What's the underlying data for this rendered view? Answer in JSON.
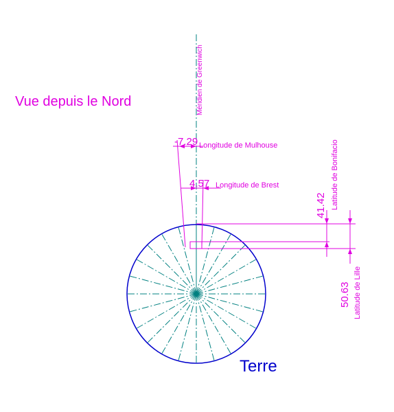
{
  "title": "Vue depuis le Nord",
  "earth_label": "Terre",
  "meridian_label": "Méridien de Greenwich",
  "dimensions": {
    "mulhouse": {
      "value": "-7.29",
      "label": "Longitude de Mulhouse"
    },
    "brest": {
      "value": "4.57",
      "label": "Longitude de Brest"
    },
    "bonifacio": {
      "value": "41.42",
      "label": "Latitude de Bonifacio"
    },
    "lille": {
      "value": "50.63",
      "label": "Latitude de Lille"
    }
  },
  "colors": {
    "annotation": "#e000e0",
    "circle": "#0000cc",
    "spokes": "#008080",
    "meridian": "#008080"
  }
}
